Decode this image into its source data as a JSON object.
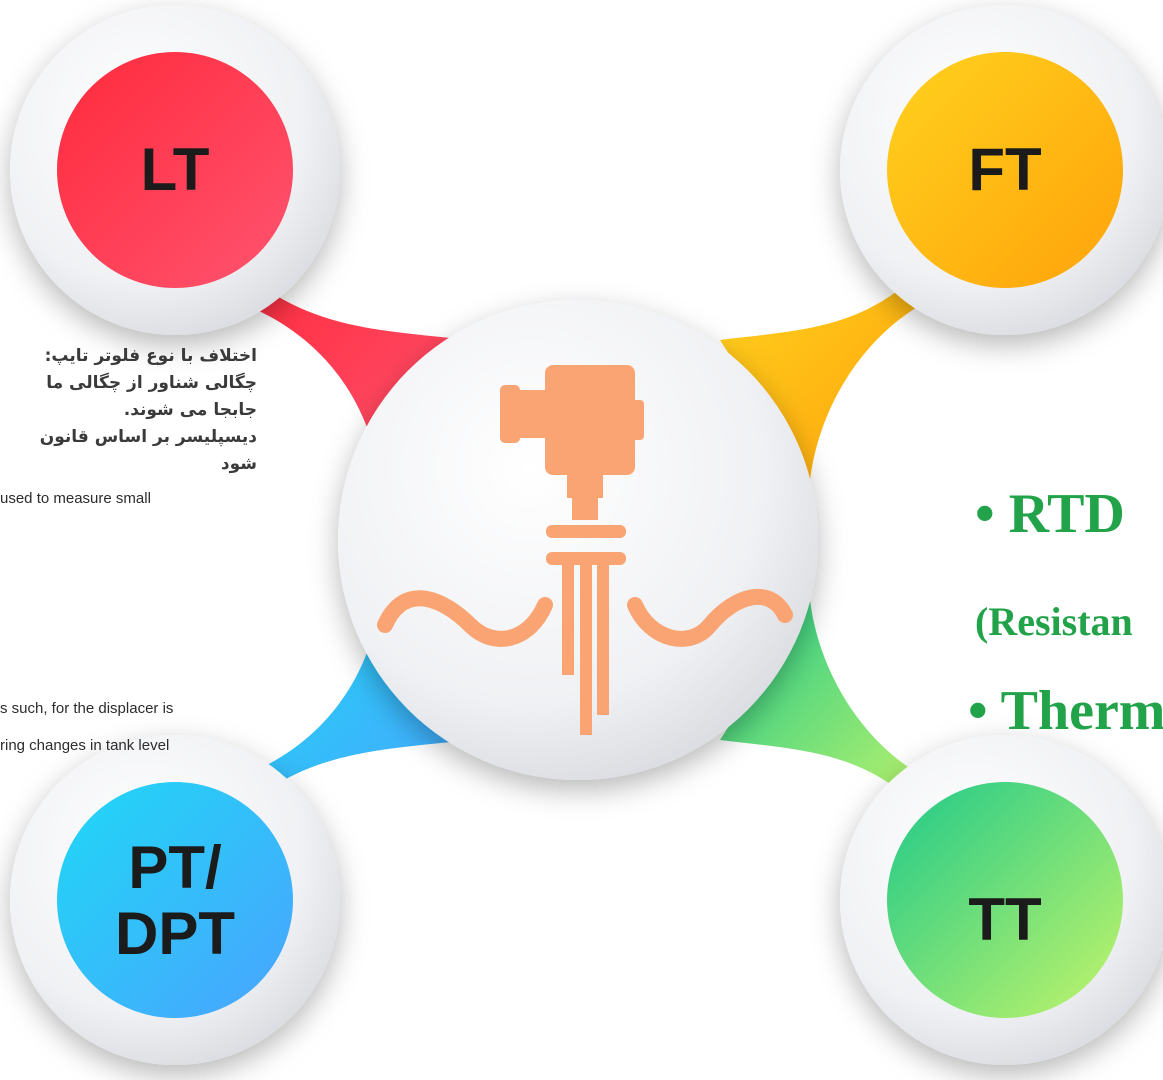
{
  "hub": {
    "icon": "displacer-level-transmitter-icon",
    "color": "#f9a472"
  },
  "nodes": {
    "lt": {
      "label": "LT",
      "color_start": "#ff2a3c",
      "color_end": "#ff5470"
    },
    "ft": {
      "label": "FT",
      "color_start": "#ffd21e",
      "color_end": "#ffa20a"
    },
    "pt": {
      "label_line1": "PT/",
      "label_line2": "DPT",
      "color_start": "#1fd8f5",
      "color_end": "#4aa3ff"
    },
    "tt": {
      "label": "TT",
      "color_start": "#1ec98a",
      "color_end": "#c4f56a"
    }
  },
  "lt_text": {
    "fa_line1": "اختلاف با نوع فلوتر تایپ:",
    "fa_line2": " چگالی شناور از چگالی ما",
    "fa_line3": "جابجا می شوند.",
    "fa_line4": "دیسپلیسر بر اساس قانون",
    "fa_line5": "شود",
    "en_line1": "used to measure small",
    "en_line2": "s such, for the displacer is",
    "en_line3": "ring changes in tank level"
  },
  "tt_text": {
    "line1": "• RTD",
    "line2": "(Resistan",
    "line3": "• Therm"
  },
  "colors": {
    "green_text": "#22a34a",
    "disc": "#e9eaee"
  }
}
